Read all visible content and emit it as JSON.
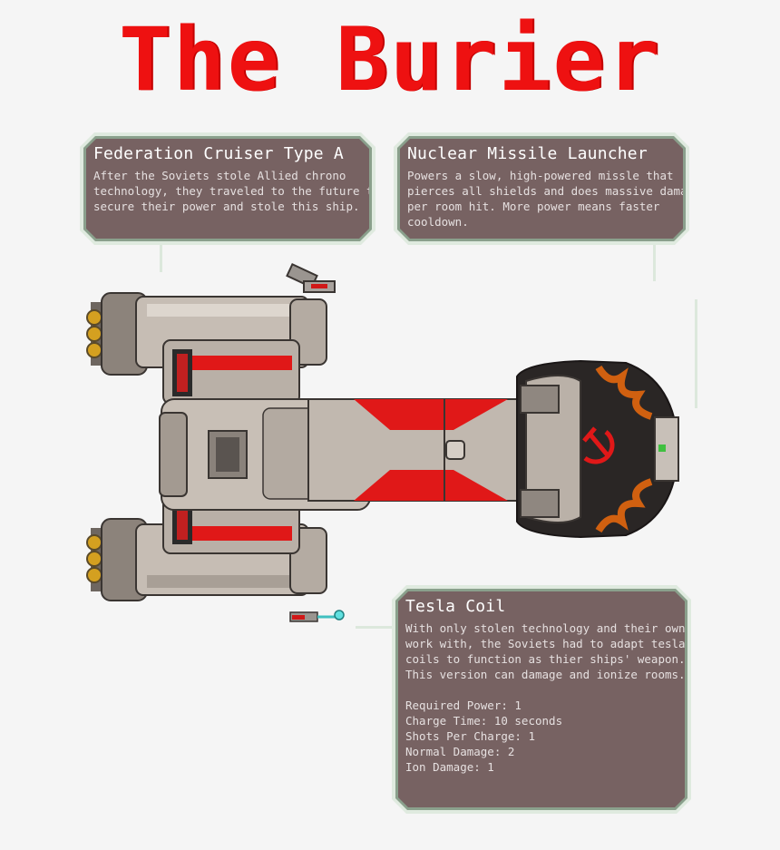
{
  "title": "The Burier",
  "panels": {
    "cruiser": {
      "heading": "Federation Cruiser Type A",
      "lines": [
        "After the Soviets stole Allied chrono",
        "technology, they traveled to the future to",
        "secure their power and stole this ship."
      ]
    },
    "missile": {
      "heading": "Nuclear Missile Launcher",
      "lines": [
        "Powers a slow, high-powered missle that",
        "pierces all shields and does massive damage",
        "per room hit. More power means faster",
        "cooldown."
      ]
    },
    "tesla": {
      "heading": "Tesla Coil",
      "lines": [
        "With only stolen technology and their own to",
        "work with, the Soviets had to adapt tesla",
        "coils to function as thier ships' weapon.",
        "This version can damage and ionize rooms."
      ],
      "stats": [
        "Required Power: 1",
        "Charge Time: 10 seconds",
        "Shots Per Charge: 1",
        "Normal Damage: 2",
        "Ion Damage: 1"
      ]
    }
  },
  "colors": {
    "title_red": "#ee1111",
    "panel_fill": "#776262",
    "panel_border": "#8aa08c",
    "hull": "#bdb4ac",
    "accent_red": "#e01818"
  },
  "icons": {
    "emblem": "hammer-sickle-icon"
  }
}
